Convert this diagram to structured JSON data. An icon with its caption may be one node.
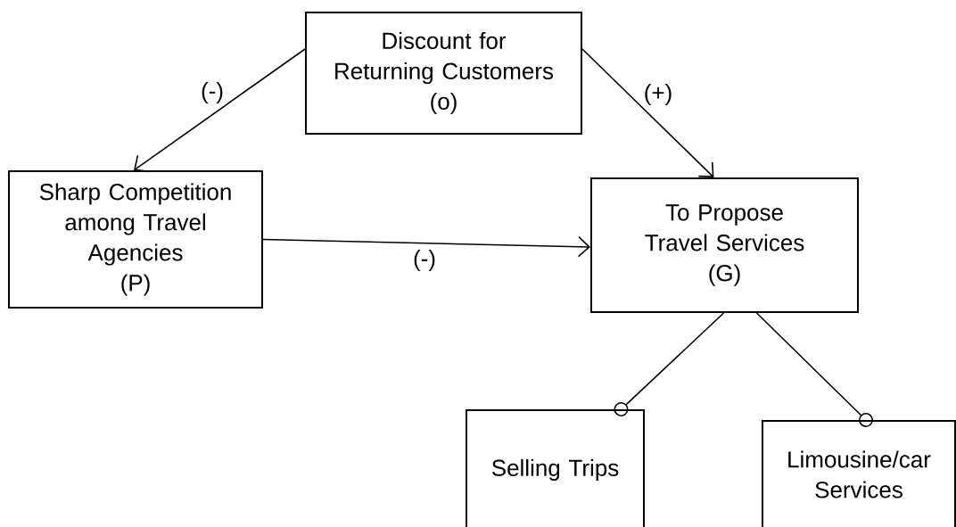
{
  "diagram": {
    "nodes": [
      {
        "text": [
          "Discount for Returning Customers",
          "(o)"
        ]
      },
      {
        "text": [
          "Sharp Competition among Travel Agencies",
          "(P)"
        ]
      },
      {
        "text": [
          "To Propose Travel Services",
          "(G)"
        ]
      },
      {
        "text": [
          "Selling Trips"
        ]
      },
      {
        "text": [
          "Limousine/car Services"
        ]
      }
    ],
    "edges": [
      {
        "from": 0,
        "to": 1,
        "arrow": "to",
        "label": "(-)"
      },
      {
        "from": 0,
        "to": 2,
        "arrow": "to",
        "label": "(+)"
      },
      {
        "from": 1,
        "to": 2,
        "arrow": "to",
        "label": "(-)"
      },
      {
        "from": 2,
        "to": 3,
        "arrow": "other"
      },
      {
        "from": 2,
        "to": 4,
        "arrow": "other"
      }
    ]
  }
}
